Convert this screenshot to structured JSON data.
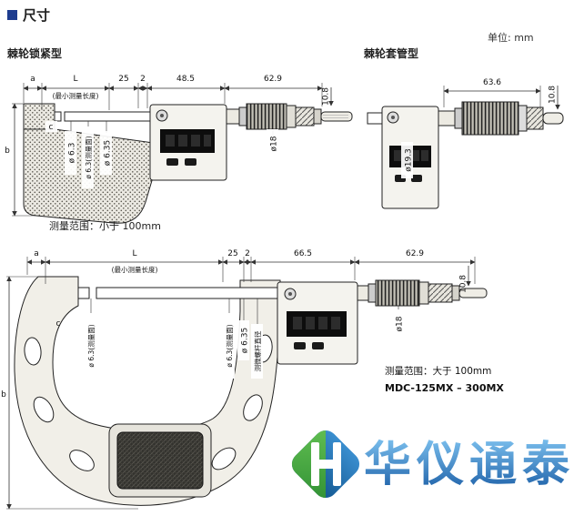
{
  "page": {
    "title": "尺寸",
    "unit_label": "单位: mm"
  },
  "colors": {
    "accent_blue": "#1d3c8f",
    "logo_green": "#3fa23c",
    "logo_blue": "#1a64ad",
    "watermark_blue": "#2a72b8"
  },
  "sections": {
    "ratchet_lock": {
      "label": "棘轮锁紧型",
      "range_note": "测量范围：小于 100mm",
      "dims": {
        "a": "a",
        "L": "L",
        "min_len": "(最小测量长度)",
        "d25": "25",
        "d2": "2",
        "d48_5": "48.5",
        "d62_9": "62.9",
        "b": "b",
        "c": "c",
        "dia6_3": "ø 6.3",
        "dia6_3_face": "ø 6.3(测量面)",
        "dia6_35": "ø 6.35",
        "dia18": "ø18",
        "d10_8": "10.8"
      }
    },
    "ratchet_sleeve": {
      "label": "棘轮套管型",
      "dims": {
        "d63_6": "63.6",
        "dia19_3": "ø19.3",
        "d10_8": "10.8"
      }
    },
    "large": {
      "range_note": "测量范围：大于 100mm",
      "model": "MDC-125MX – 300MX",
      "dims": {
        "a": "a",
        "L": "L",
        "min_len": "(最小测量长度)",
        "d25": "25",
        "d2": "2",
        "d66_5": "66.5",
        "d62_9": "62.9",
        "b": "b",
        "c": "c",
        "dia6_3_face_anvil": "ø 6.3(测量面)",
        "dia6_3_face_spindle": "ø 6.3(测量面)",
        "dia6_35": "ø 6.35",
        "spindle_dia": "测微螺杆直径",
        "dia18": "ø18",
        "d10_8": "10.8"
      }
    }
  },
  "watermark": {
    "text": "华仪通泰"
  }
}
